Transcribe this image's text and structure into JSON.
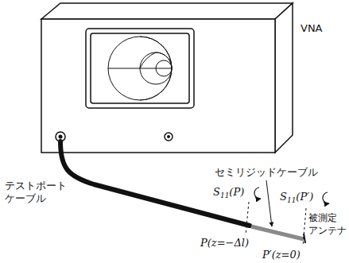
{
  "diagram": {
    "labels": [
      "VNA",
      "セミリジッドケーブル",
      "S11(P)",
      "S11(P′)",
      "テストポート ケーブル",
      "被測定 アンテナ",
      "P(z=−Δl)",
      "P′(z=0)"
    ]
  }
}
